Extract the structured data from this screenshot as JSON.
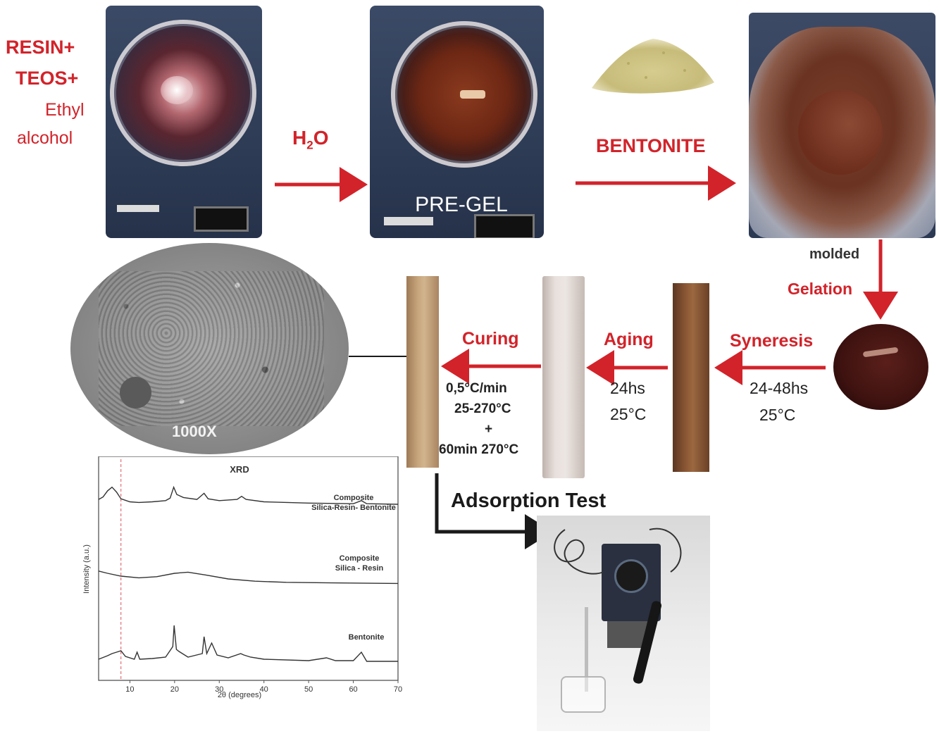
{
  "inputs": {
    "resin": "RESIN+",
    "teos": "TEOS+",
    "ethyl": "Ethyl",
    "alcohol": "alcohol"
  },
  "steps": {
    "h2o_main": "H",
    "h2o_sub": "2",
    "h2o_end": "O",
    "pregel": "PRE-GEL",
    "bentonite": "BENTONITE",
    "molded": "molded",
    "gelation": "Gelation",
    "syneresis": "Syneresis",
    "syneresis_time": "24-48hs",
    "syneresis_temp": "25°C",
    "aging": "Aging",
    "aging_time": "24hs",
    "aging_temp": "25°C",
    "curing": "Curing",
    "curing_rate": "0,5°C/min",
    "curing_range": "25-270°C",
    "curing_plus": "+",
    "curing_hold": "60min 270°C",
    "sem_mag": "1000X",
    "adsorption": "Adsorption Test"
  },
  "chart_data": {
    "type": "line",
    "title": "XRD",
    "xlabel": "2θ (degrees)",
    "ylabel": "Intensity (a.u.)",
    "xlim": [
      3,
      70
    ],
    "xticks": [
      10,
      20,
      30,
      40,
      50,
      60,
      70
    ],
    "reference_line_x": 8,
    "series": [
      {
        "name": "Composite Silica-Resin- Bentonite",
        "label_lines": [
          "Composite",
          "Silica-Resin- Bentonite"
        ],
        "x": [
          3,
          4,
          5,
          6,
          7,
          8,
          10,
          12,
          15,
          18,
          19,
          19.8,
          20.5,
          22,
          25,
          26.6,
          27.5,
          30,
          34,
          35,
          36,
          40,
          50,
          60,
          61.8,
          63,
          70
        ],
        "values": [
          62,
          66,
          76,
          82,
          74,
          63,
          58,
          57,
          58,
          60,
          64,
          82,
          70,
          65,
          62,
          72,
          63,
          60,
          62,
          67,
          62,
          58,
          56,
          55,
          60,
          55,
          54
        ]
      },
      {
        "name": "Composite Silica - Resin",
        "label_lines": [
          "Composite",
          "Silica - Resin"
        ],
        "x": [
          3,
          5,
          8,
          12,
          16,
          20,
          23,
          27,
          32,
          38,
          45,
          55,
          70
        ],
        "values": [
          44,
          40,
          35,
          32,
          34,
          40,
          42,
          37,
          30,
          26,
          24,
          23,
          22
        ]
      },
      {
        "name": "Bentonite",
        "label_lines": [
          "Bentonite"
        ],
        "x": [
          3,
          5,
          6,
          7,
          8,
          9,
          11,
          11.6,
          12.2,
          15,
          18,
          19.6,
          19.9,
          20.4,
          21,
          23,
          26.2,
          26.6,
          27.2,
          28.3,
          29.5,
          32,
          34.8,
          35.5,
          37,
          40,
          50,
          54,
          56,
          60,
          61.8,
          63,
          70
        ],
        "values": [
          12,
          17,
          20,
          22,
          24,
          16,
          12,
          22,
          12,
          13,
          15,
          30,
          60,
          26,
          23,
          15,
          20,
          44,
          20,
          35,
          18,
          14,
          20,
          18,
          15,
          12,
          10,
          14,
          10,
          10,
          22,
          9,
          9
        ]
      }
    ]
  }
}
